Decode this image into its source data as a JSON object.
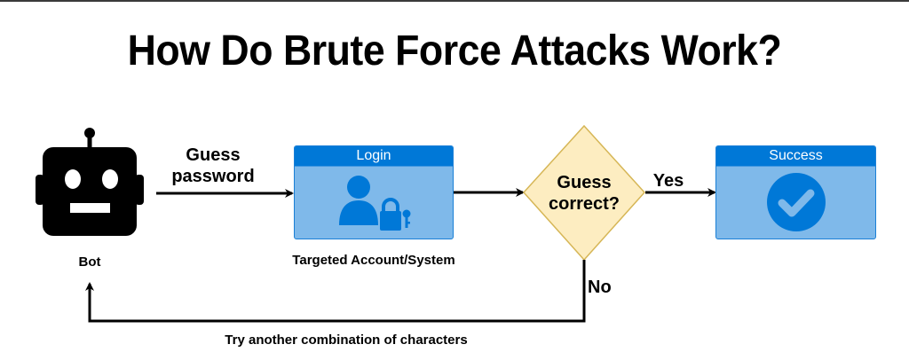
{
  "title": "How Do Brute Force Attacks Work?",
  "nodes": {
    "bot": {
      "label": "Bot",
      "icon": "robot-icon"
    },
    "login": {
      "header": "Login",
      "caption": "Targeted Account/System",
      "icon": "user-lock-icon"
    },
    "decision": {
      "line1": "Guess",
      "line2": "correct?"
    },
    "success": {
      "header": "Success",
      "icon": "check-circle-icon"
    }
  },
  "edges": {
    "guess_password": {
      "line1": "Guess",
      "line2": "password"
    },
    "yes": "Yes",
    "no": "No",
    "retry": "Try another combination of characters"
  },
  "colors": {
    "card_header": "#0078d7",
    "card_body": "#7fb9ea",
    "diamond_fill": "#fdedc1",
    "diamond_stroke": "#d6b656",
    "ink": "#000000"
  }
}
